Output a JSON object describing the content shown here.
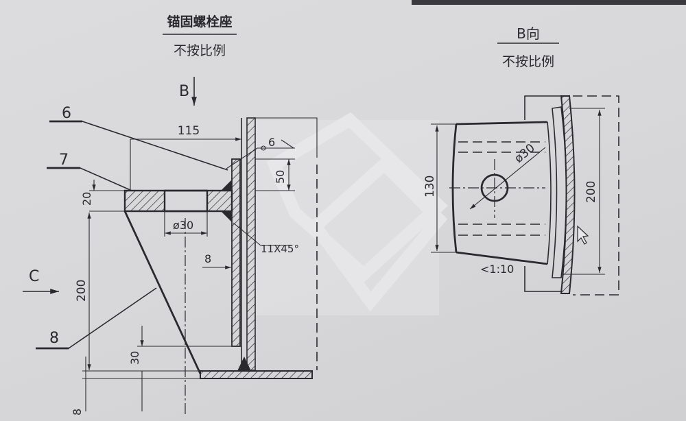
{
  "left_view": {
    "title": "锚固螺栓座",
    "subtitle": "不按比例",
    "view_marker": "B",
    "section_marker": "C",
    "parts": [
      "6",
      "7",
      "8"
    ],
    "dimensions": {
      "width": "115",
      "flange_thickness": "20",
      "height": "200",
      "hole": "ø30",
      "plate_thickness": "8",
      "chamfer": "11X45°",
      "plate_height": "50",
      "weld_size": "6",
      "rib_offset": "30",
      "base_thickness": "8"
    }
  },
  "right_view": {
    "title": "B向",
    "subtitle": "不按比例",
    "dimensions": {
      "height": "130",
      "hole": "ø30",
      "plate_height": "200",
      "slope": "<1:10"
    }
  },
  "colors": {
    "ink": "#2a2a2e",
    "paper": "#d8d8da",
    "watermark": "#f0f0f2"
  }
}
